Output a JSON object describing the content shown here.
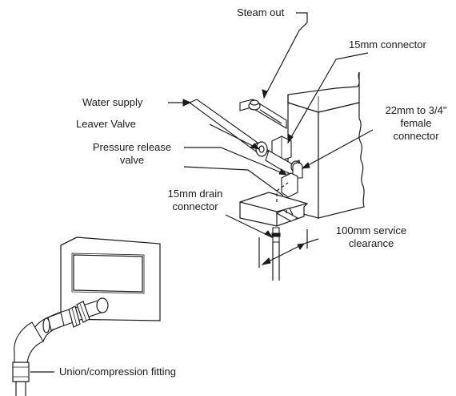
{
  "labels": {
    "steam_out": "Steam out",
    "connector_15mm": "15mm connector",
    "water_supply": "Water  supply",
    "leaver_valve": "Leaver Valve",
    "connector_22mm_l1": "22mm to 3/4\"",
    "connector_22mm_l2": "female",
    "connector_22mm_l3": "connector",
    "pressure_release_l1": "Pressure release",
    "pressure_release_l2": "valve",
    "drain_l1": "15mm drain",
    "drain_l2": "connector",
    "service_l1": "100mm service",
    "service_l2": "clearance",
    "union": "Union/compression fitting"
  }
}
